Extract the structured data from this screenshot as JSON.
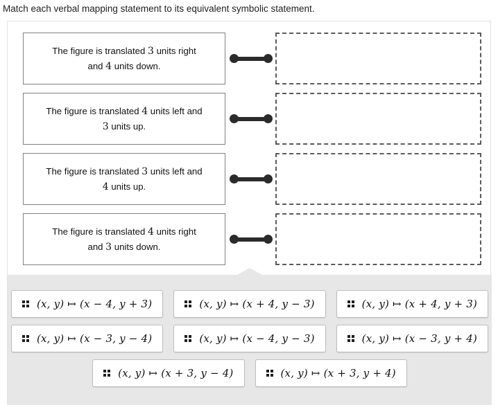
{
  "prompt": "Match each verbal mapping statement to its equivalent symbolic statement.",
  "rows": [
    {
      "statement_line1_pre": "The figure is translated ",
      "statement_num1": "3",
      "statement_line1_post": " units right",
      "statement_line2_pre": "and ",
      "statement_num2": "4",
      "statement_line2_post": " units down.",
      "dropzone_label": ""
    },
    {
      "statement_line1_pre": "The figure is translated ",
      "statement_num1": "4",
      "statement_line1_post": " units left and",
      "statement_line2_pre": "",
      "statement_num2": "3",
      "statement_line2_post": " units up.",
      "dropzone_label": ""
    },
    {
      "statement_line1_pre": "The figure is translated ",
      "statement_num1": "3",
      "statement_line1_post": " units left and",
      "statement_line2_pre": "",
      "statement_num2": "4",
      "statement_line2_post": " units up.",
      "dropzone_label": ""
    },
    {
      "statement_line1_pre": "The figure is translated ",
      "statement_num1": "4",
      "statement_line1_post": " units right",
      "statement_line2_pre": "and ",
      "statement_num2": "3",
      "statement_line2_post": " units down.",
      "dropzone_label": ""
    }
  ],
  "tray": {
    "handle_icon": "drag-handle-icon",
    "tile_rows": [
      [
        {
          "formula": "(x, y) ↦ (x − 4, y + 3)"
        },
        {
          "formula": "(x, y) ↦ (x + 4, y − 3)"
        },
        {
          "formula": "(x, y) ↦ (x + 4, y + 3)"
        }
      ],
      [
        {
          "formula": "(x, y) ↦ (x − 3, y − 4)"
        },
        {
          "formula": "(x, y) ↦ (x − 4, y − 3)"
        },
        {
          "formula": "(x, y) ↦ (x − 3, y + 4)"
        }
      ],
      [
        {
          "formula": "(x, y) ↦ (x + 3, y − 4)"
        },
        {
          "formula": "(x, y) ↦ (x + 3, y + 4)"
        }
      ]
    ]
  },
  "colors": {
    "panel_background": "#ffffff",
    "tray_background": "#e7e7e7",
    "statement_border": "#808080",
    "dropzone_border": "#5a5a5a",
    "connector": "#2b2b2b",
    "tile_border": "#bdbdbd"
  }
}
